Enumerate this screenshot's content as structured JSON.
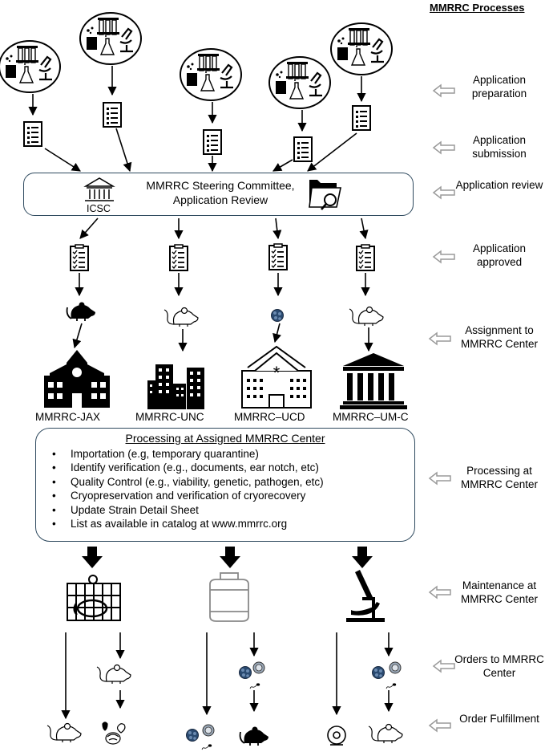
{
  "title": "MMRRC Processes",
  "steps": [
    "Application preparation",
    "Application submission",
    "Application review",
    "Application approved",
    "Assignment to MMRRC Center",
    "Processing at MMRRC Center",
    "Maintenance at MMRRC Center",
    "Orders to MMRRC Center",
    "Order Fulfillment"
  ],
  "review_box": {
    "text": "MMRRC Steering Committee, Application Review",
    "icsc": "ICSC"
  },
  "centers": [
    "MMRRC-JAX",
    "MMRRC-UNC",
    "MMRRC–UCD",
    "MMRRC–UM-C"
  ],
  "processing": {
    "title": "Processing at Assigned MMRRC Center",
    "items": [
      "Importation (e.g, temporary quarantine)",
      "Identify verification (e.g., documents, ear notch, etc)",
      "Quality Control (e.g., viability, genetic, pathogen, etc)",
      "Cryopreservation and verification of cryorecovery",
      "Update Strain Detail Sheet",
      "List as available in catalog at www.mmrrc.org"
    ]
  },
  "icons": [
    "lab-equipment-icon",
    "checklist-icon",
    "mouse-icon",
    "embryo-icon",
    "school-building-icon",
    "city-buildings-icon",
    "hospital-icon",
    "university-columns-icon",
    "cage-icon",
    "cryo-tank-icon",
    "microscope-icon",
    "folder-search-icon",
    "brain-heart-icon",
    "mouse-wheel-icon",
    "left-arrow-icon"
  ],
  "colors": {
    "box_border": "#2f4a5f",
    "arrow_gray": "#9a9a9a",
    "embryo_blue": "#2a4a70"
  }
}
